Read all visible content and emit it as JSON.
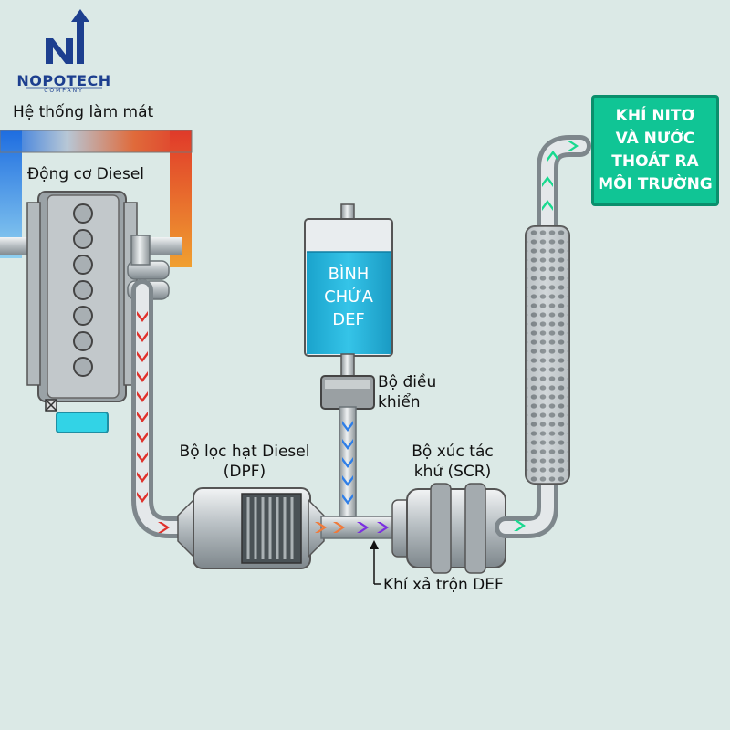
{
  "logo": {
    "name": "NOPOTECH",
    "tagline": "COMPANY"
  },
  "labels": {
    "cooling_system": "Hệ thống làm mát",
    "diesel_engine": "Động cơ Diesel",
    "def_tank": [
      "BÌNH",
      "CHỨA",
      "DEF"
    ],
    "controller": [
      "Bộ điều",
      "khiển"
    ],
    "dpf": [
      "Bộ lọc hạt Diesel",
      "(DPF)"
    ],
    "scr": [
      "Bộ xúc tác",
      "khử (SCR)"
    ],
    "mixed_exhaust": "Khí xả trộn DEF",
    "output": [
      "KHÍ NITƠ",
      "VÀ NƯỚC",
      "THOÁT RA",
      "MÔI TRƯỜNG"
    ]
  },
  "colors": {
    "background": "#dbe9e6",
    "exhaust_arrow": "#e0312b",
    "def_arrow": "#2f7fe8",
    "mixed_arrow_orange": "#f07a3a",
    "mixed_arrow_purple": "#7b2fe0",
    "clean_arrow": "#19d98f",
    "output_box": "#10c595",
    "tank_liquid": "#1fb6dc",
    "logo": "#1d3f8f"
  }
}
